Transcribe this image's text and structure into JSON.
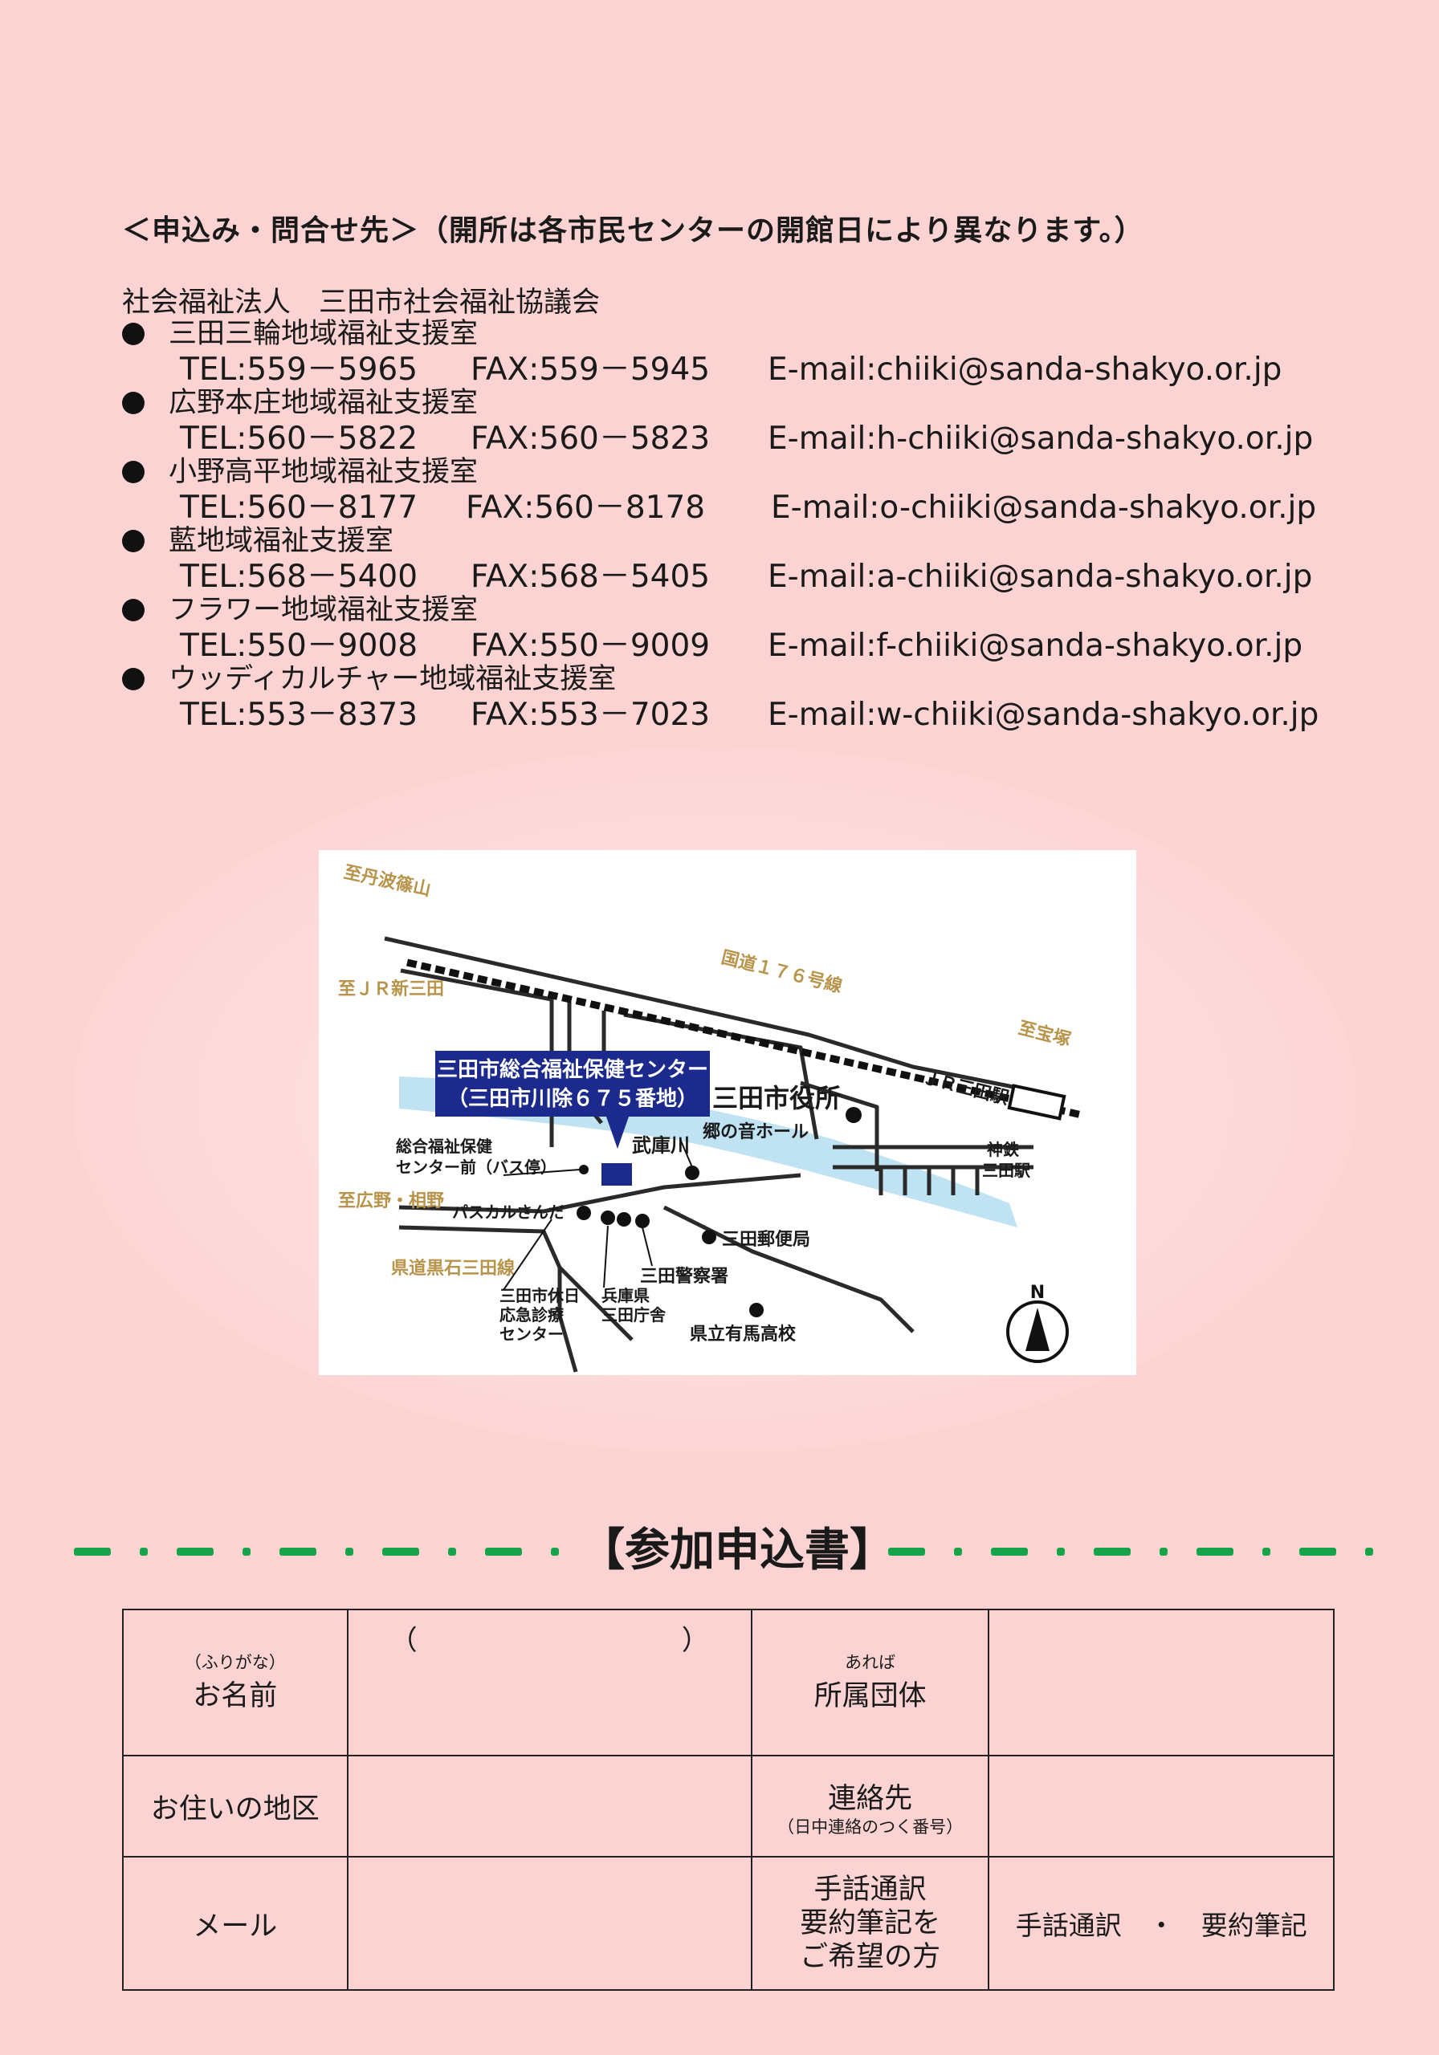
{
  "contact_section": {
    "heading": "＜申込み・問合せ先＞（開所は各市民センターの開館日により異なります。）",
    "organization": "社会福祉法人　三田市社会福祉協議会",
    "offices": [
      {
        "name": "三田三輪地域福祉支援室",
        "tel": "TEL:559－5965",
        "fax": "FAX:559－5945",
        "email": "E-mail:chiiki@sanda-shakyo.or.jp"
      },
      {
        "name": "広野本庄地域福祉支援室",
        "tel": "TEL:560－5822",
        "fax": "FAX:560－5823",
        "email": "E-mail:h-chiiki@sanda-shakyo.or.jp"
      },
      {
        "name": "小野高平地域福祉支援室",
        "tel": "TEL:560－8177",
        "fax": "FAX:560－8178",
        "email": "E-mail:o-chiiki@sanda-shakyo.or.jp"
      },
      {
        "name": "藍地域福祉支援室",
        "tel": "TEL:568－5400",
        "fax": "FAX:568－5405",
        "email": "E-mail:a-chiiki@sanda-shakyo.or.jp"
      },
      {
        "name": "フラワー地域福祉支援室",
        "tel": "TEL:550－9008",
        "fax": "FAX:550－9009",
        "email": "E-mail:f-chiiki@sanda-shakyo.or.jp"
      },
      {
        "name": "ウッディカルチャー地域福祉支援室",
        "tel": "TEL:553－8373",
        "fax": "FAX:553－7023",
        "email": "E-mail:w-chiiki@sanda-shakyo.or.jp"
      }
    ]
  },
  "map": {
    "to_tamba_sasayama": "至丹波篠山",
    "to_jr_shinsanda": "至ＪＲ新三田",
    "route176": "国道１７６号線",
    "to_takarazuka": "至宝塚",
    "jr_sanda_station": "ＪＲ三田駅",
    "center_name": "三田市総合福祉保健センター",
    "center_address": "（三田市川除６７５番地）",
    "city_hall": "三田市役所",
    "gonone_hall": "郷の音ホール",
    "muko_river": "武庫川",
    "bus_stop_line1": "総合福祉保健",
    "bus_stop_line2": "センター前（バス停）",
    "shintetsu_line1": "神鉄",
    "shintetsu_line2": "三田駅",
    "to_hirono_aino": "至広野・相野",
    "pascal": "パスカルさんだ",
    "post_office": "三田郵便局",
    "police": "三田警察署",
    "prefectural_road": "県道黒石三田線",
    "clinic_line1": "三田市休日",
    "clinic_line2": "応急診療",
    "clinic_line3": "センター",
    "hyogo_line1": "兵庫県",
    "hyogo_line2": "三田庁舎",
    "arima_hs": "県立有馬高校",
    "north": "N",
    "accent_color": "#1b2a8c",
    "label_color": "#b8934a"
  },
  "form": {
    "title": "【参加申込書】",
    "dash_color": "#16a34a",
    "furigana_label": "（ふりがな）",
    "name_label": "お名前",
    "paren_open": "（",
    "paren_close": "）",
    "affiliation_small": "あれば",
    "affiliation_label": "所属団体",
    "district_label": "お住いの地区",
    "contact_label": "連絡先",
    "contact_small": "（日中連絡のつく番号）",
    "mail_label": "メール",
    "sign_line1": "手話通訳",
    "sign_line2": "要約筆記を",
    "sign_line3": "ご希望の方",
    "sign_options": "手話通訳　・　要約筆記"
  }
}
